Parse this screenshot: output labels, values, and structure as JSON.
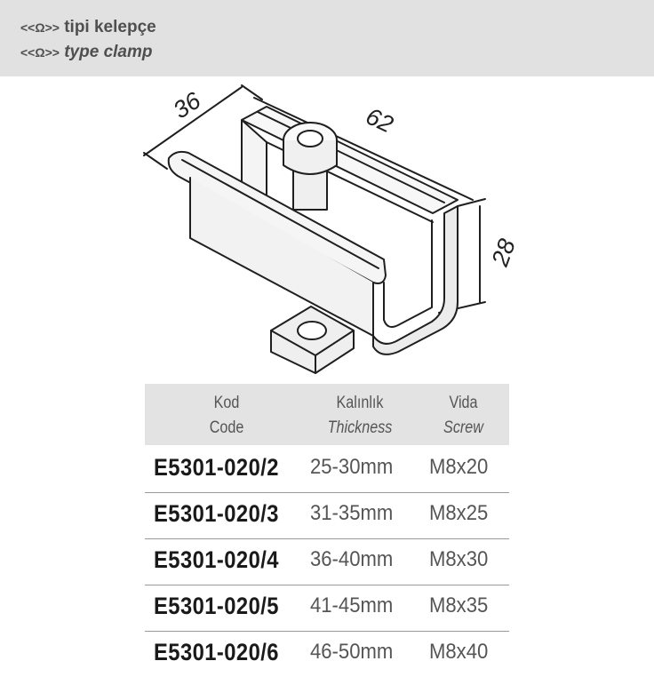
{
  "header": {
    "title_tr_mark": "<<Ω>>",
    "title_tr_text": "tipi kelepçe",
    "title_en_mark": "<<Ω>>",
    "title_en_text": "type clamp"
  },
  "drawing": {
    "dim_width": "36",
    "dim_length": "62",
    "dim_height": "28"
  },
  "table": {
    "headers": [
      {
        "tr": "Kod",
        "en": "Code"
      },
      {
        "tr": "Kalınlık",
        "en": "Thickness"
      },
      {
        "tr": "Vida",
        "en": "Screw"
      }
    ],
    "rows": [
      {
        "code": "E5301-020/2",
        "thickness": "25-30mm",
        "screw": "M8x20"
      },
      {
        "code": "E5301-020/3",
        "thickness": "31-35mm",
        "screw": "M8x25"
      },
      {
        "code": "E5301-020/4",
        "thickness": "36-40mm",
        "screw": "M8x30"
      },
      {
        "code": "E5301-020/5",
        "thickness": "41-45mm",
        "screw": "M8x35"
      },
      {
        "code": "E5301-020/6",
        "thickness": "46-50mm",
        "screw": "M8x40"
      }
    ]
  },
  "colors": {
    "header_bg": "#e1e1e1",
    "table_header_bg": "#e3e3e3",
    "code_text": "#1a1a1a",
    "muted_text": "#555555"
  }
}
